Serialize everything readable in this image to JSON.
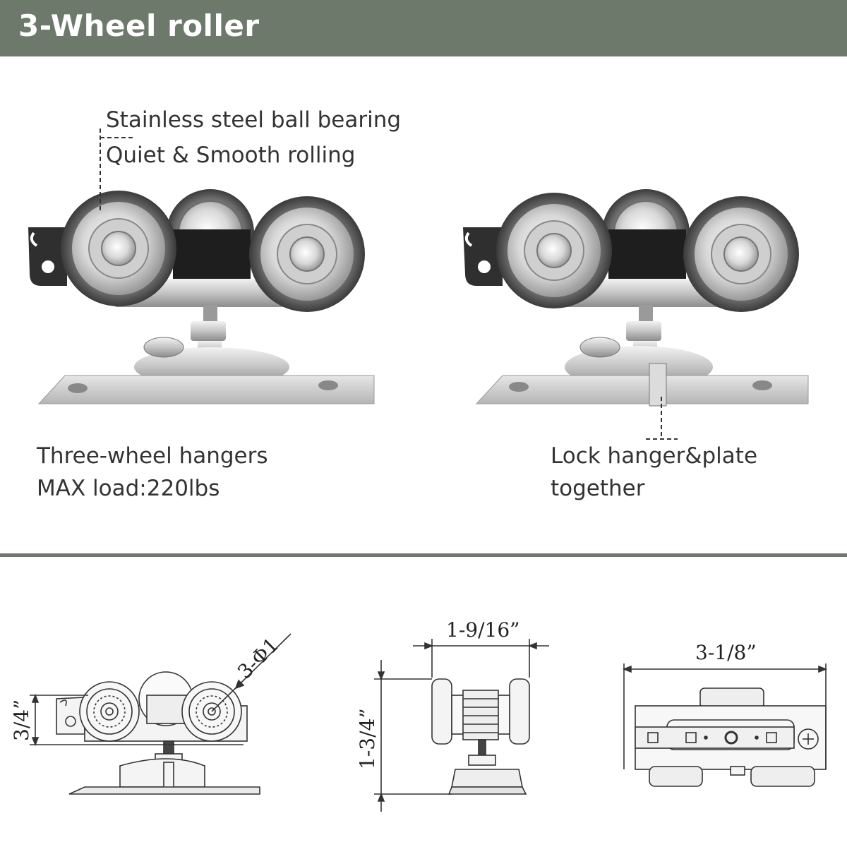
{
  "header": {
    "title": "3-Wheel roller"
  },
  "photos": {
    "left": {
      "callout_line1": "Stainless steel ball bearing",
      "callout_line2": "Quiet & Smooth rolling",
      "caption_line1": "Three-wheel hangers",
      "caption_line2": "MAX load:220lbs"
    },
    "right": {
      "caption_line1": "Lock hanger&plate",
      "caption_line2": "together"
    }
  },
  "drawings": {
    "side_view": {
      "height_dim": "3/4”",
      "wheel_dim": "3-Φ1"
    },
    "front_view": {
      "width_dim": "1-9/16”",
      "height_dim": "1-3/4”"
    },
    "top_view": {
      "width_dim": "3-1/8”"
    }
  },
  "colors": {
    "header_bg": "#6d7a6b",
    "header_text": "#ffffff",
    "divider": "#6d7a6b"
  }
}
